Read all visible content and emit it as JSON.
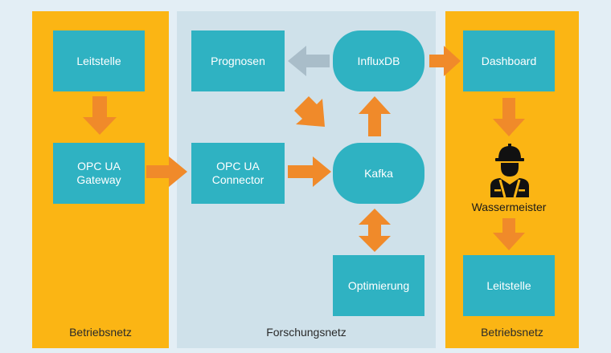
{
  "zones": {
    "left": {
      "label": "Betriebsnetz"
    },
    "middle": {
      "label": "Forschungsnetz"
    },
    "right": {
      "label": "Betriebsnetz"
    }
  },
  "nodes": {
    "leitstelle_left": "Leitstelle",
    "opc_gateway": "OPC UA\nGateway",
    "prognosen": "Prognosen",
    "opc_connector": "OPC UA\nConnector",
    "influxdb": "InfluxDB",
    "kafka": "Kafka",
    "optimierung": "Optimierung",
    "dashboard": "Dashboard",
    "leitstelle_right": "Leitstelle"
  },
  "person": {
    "label": "Wassermeister",
    "icon": "construction-worker-icon"
  },
  "colors": {
    "zone_operational": "#fbb514",
    "zone_research": "#cfe1ea",
    "node": "#2fb2c2",
    "arrow": "#f08a2a",
    "arrow_muted": "#a9bdc9"
  }
}
